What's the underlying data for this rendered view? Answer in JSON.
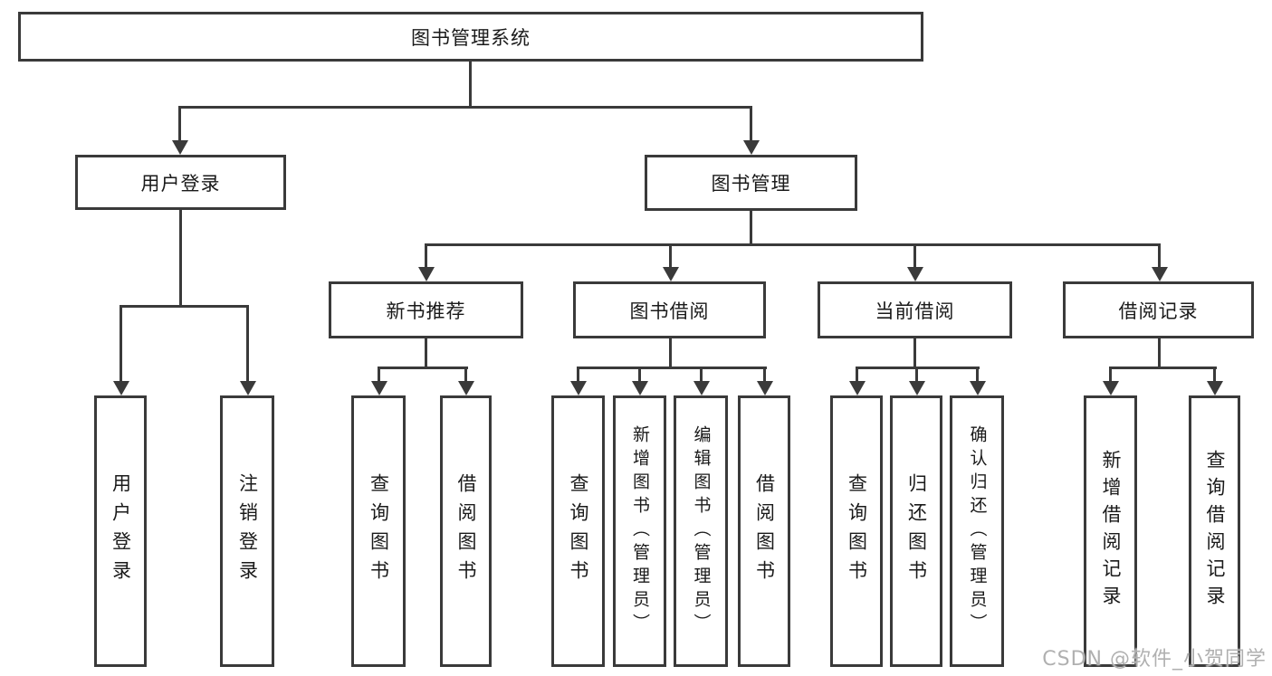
{
  "colors": {
    "line": "#3a3a3a",
    "text": "#1a1a1a",
    "watermark": "#b0b0b0",
    "background": "#ffffff"
  },
  "watermark": "CSDN @软件_小贺同学",
  "tree": {
    "root": "图书管理系统",
    "branches": [
      {
        "label": "用户登录",
        "leaves": [
          "用户登录",
          "注销登录"
        ]
      },
      {
        "label": "图书管理",
        "children": [
          {
            "label": "新书推荐",
            "leaves": [
              "查询图书",
              "借阅图书"
            ]
          },
          {
            "label": "图书借阅",
            "leaves": [
              "查询图书",
              "新增图书（管理员）",
              "编辑图书（管理员）",
              "借阅图书"
            ]
          },
          {
            "label": "当前借阅",
            "leaves": [
              "查询图书",
              "归还图书",
              "确认归还（管理员）"
            ]
          },
          {
            "label": "借阅记录",
            "leaves": [
              "新增借阅记录",
              "查询借阅记录"
            ]
          }
        ]
      }
    ]
  }
}
